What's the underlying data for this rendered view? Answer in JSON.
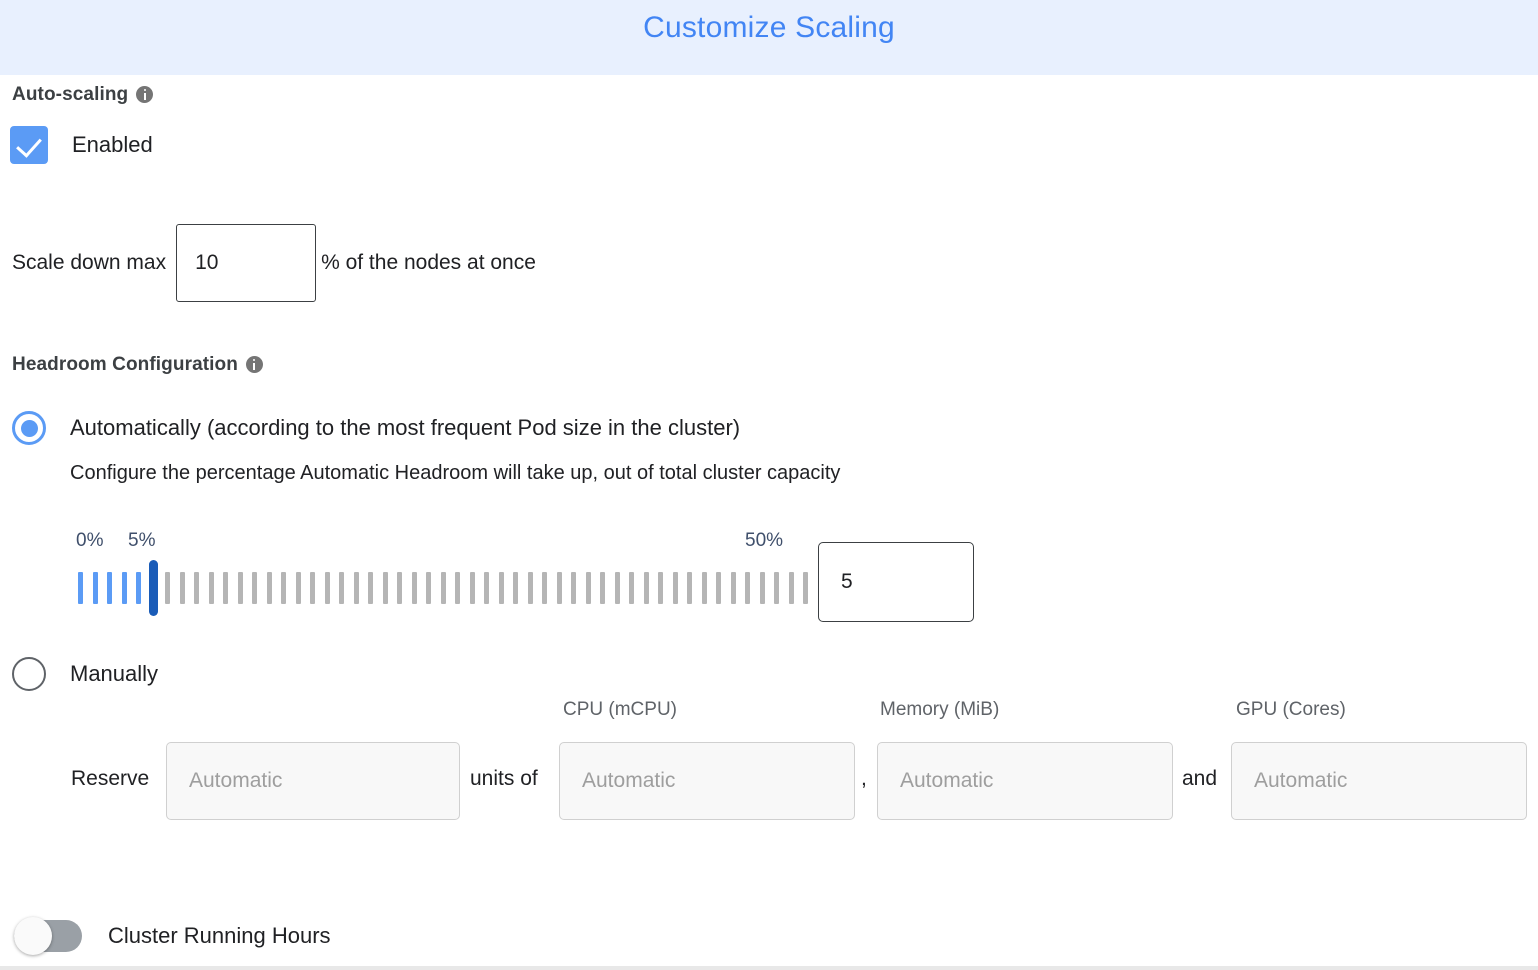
{
  "header": {
    "title": "Customize Scaling"
  },
  "autoscaling": {
    "section_label": "Auto-scaling",
    "info_icon": "info-icon",
    "enabled_label": "Enabled",
    "enabled_checked": true
  },
  "scale_down": {
    "prefix_label": "Scale down max",
    "value": "10",
    "suffix_label": "% of the nodes at once"
  },
  "headroom": {
    "section_label": "Headroom Configuration",
    "info_icon": "info-icon",
    "option_auto_label": "Automatically (according to the most frequent Pod size in the cluster)",
    "option_auto_selected": true,
    "description": "Configure the percentage Automatic Headroom will take up, out of total cluster capacity",
    "option_manual_label": "Manually",
    "option_manual_selected": false
  },
  "slider": {
    "min_label": "0%",
    "current_label": "5%",
    "max_label": "50%",
    "min_value": 0,
    "max_value": 50,
    "value": 5,
    "tick_count": 51,
    "value_input": "5",
    "filled_color": "#5b9bf5",
    "empty_color": "#b5b5b5",
    "thumb_color": "#1a5cb8"
  },
  "reserve": {
    "reserve_label": "Reserve",
    "units_of_label": "units of",
    "comma_label": ",",
    "and_label": "and",
    "columns": [
      {
        "header": "",
        "placeholder": "Automatic",
        "value": ""
      },
      {
        "header": "CPU (mCPU)",
        "placeholder": "Automatic",
        "value": ""
      },
      {
        "header": "Memory (MiB)",
        "placeholder": "Automatic",
        "value": ""
      },
      {
        "header": "GPU (Cores)",
        "placeholder": "Automatic",
        "value": ""
      }
    ]
  },
  "cluster_running_hours": {
    "label": "Cluster Running Hours",
    "enabled": false
  },
  "colors": {
    "header_bg": "#e8f0fe",
    "header_text": "#4285f4",
    "accent_blue": "#5b9bf5",
    "tick_label": "#3f4f6b",
    "text": "#202124",
    "muted_text": "#5f6368"
  }
}
